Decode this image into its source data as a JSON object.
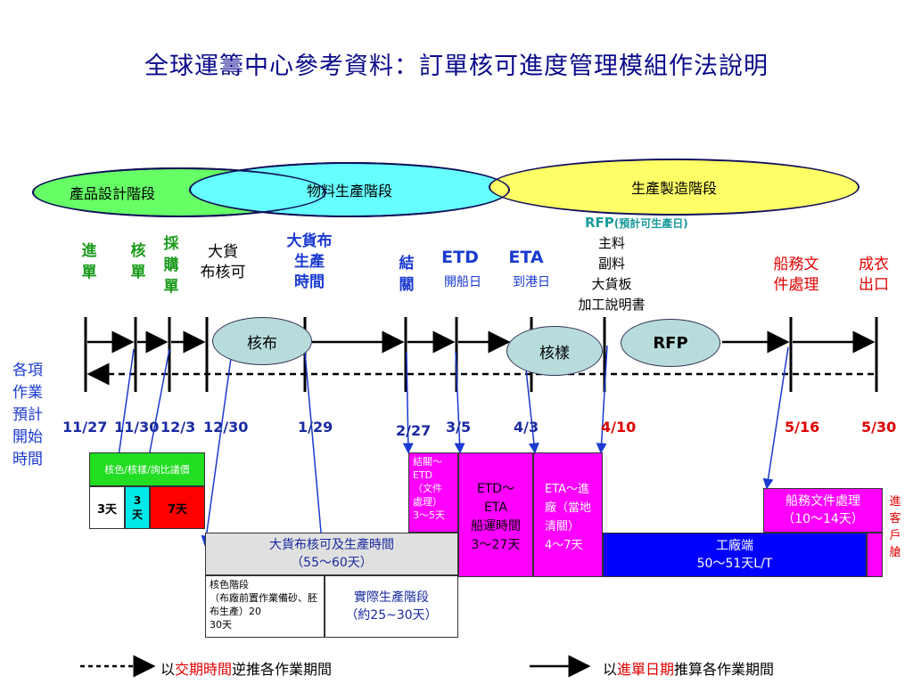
{
  "title": "全球運籌中心參考資料：訂單核可進度管理模組作法說明",
  "phases": {
    "product_design": "產品設計階段",
    "material_production": "物料生產階段",
    "manufacturing": "生產製造階段"
  },
  "milestones": {
    "order_in": "進\n單",
    "order_approve": "核\n單",
    "purchase_order": "採\n購\n單",
    "bulk_fabric_approve": "大貨\n布核可",
    "bulk_fabric_time": "大貨布\n生產\n時間",
    "customs": "結\n關",
    "etd": "ETD",
    "etd_sub": "開船日",
    "eta": "ETA",
    "eta_sub": "到港日",
    "rfp_title": "RFP",
    "rfp_paren": "(預計可生產日)",
    "rfp_items": "主料\n副料\n大貨板\n加工說明書",
    "shipping_docs": "船務文\n件處理",
    "garment_export": "成衣\n出口"
  },
  "timeline_ellipses": {
    "fabric": "核布",
    "sample": "核樣",
    "rfp": "RFP"
  },
  "left_label": "各項\n作業\n預計\n開始\n時間",
  "dates": [
    "11/27",
    "11/30",
    "12/3",
    "12/30",
    "1/29",
    "2/27",
    "3/5",
    "4/3",
    "4/10",
    "5/16",
    "5/30"
  ],
  "blocks": {
    "color_head": "核色/核樣/詢比議價",
    "d3a": "3天",
    "d3b": "3\n天",
    "d7": "7天",
    "bulk_fabric_header": "大貨布核可及生產時間\n（55～60天）",
    "color_phase": "核色階段\n（布廠前置作業備砂、胚布生產）20\n30天",
    "actual_production": "實際生產階段\n（約25~30天）",
    "customs_etd": "結關～\nETD\n（文件\n處理）\n3～5天",
    "etd_eta": "ETD～\nETA\n船運時間\n3～27天",
    "eta_factory": "ETA～進\n廠（當地\n清關）\n4～7天",
    "shipping_docs": "船務文件處理\n（10～14天）",
    "factory": "工廠端\n50～51天L/T",
    "customer_warehouse": "進\n客\n戶\n艙"
  },
  "legend": {
    "dashed_prefix": "以",
    "dashed_red": "交期時間",
    "dashed_suffix": "逆推各作業期間",
    "solid_prefix": "以",
    "solid_red": "進單日期",
    "solid_suffix": "推算各作業期間"
  },
  "colors": {
    "green_ellipse": "#66ff66",
    "cyan_ellipse": "#66ffff",
    "yellow_ellipse": "#ffff66",
    "magenta": "#ff00ff",
    "blue_block": "#0000ff",
    "red_block": "#ff0000",
    "gray_header": "#e0e0e0",
    "timeline_ellipse": "#b8dcdc"
  }
}
